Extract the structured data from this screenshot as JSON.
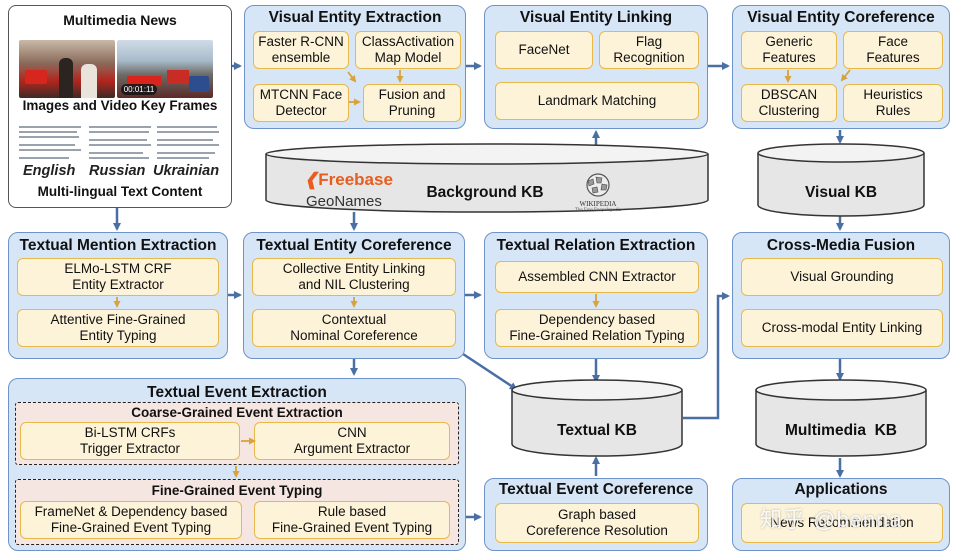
{
  "colors": {
    "panel_bg": "#d7e6f7",
    "panel_border": "#6d93c8",
    "box_bg": "#fdf3d9",
    "box_border": "#e8b94a",
    "arrow": "#4a6fa5",
    "inner_arrow": "#d9a23a",
    "dashed_bg": "#f6e6e2",
    "freebase_orange": "#e85d1d"
  },
  "news": {
    "title": "Multimedia News",
    "images_caption": "Images and Video Key Frames",
    "video_time": "00:01:11",
    "languages": [
      "English",
      "Russian",
      "Ukrainian"
    ],
    "text_caption": "Multi-lingual Text Content"
  },
  "visual_entity_extraction": {
    "title": "Visual Entity Extraction",
    "boxes": [
      "Faster R-CNN\nensemble",
      "ClassActivation\nMap Model",
      "MTCNN Face\nDetector",
      "Fusion and\nPruning"
    ]
  },
  "visual_entity_linking": {
    "title": "Visual Entity Linking",
    "boxes": [
      "FaceNet",
      "Flag\nRecognition",
      "Landmark Matching"
    ]
  },
  "visual_entity_coreference": {
    "title": "Visual Entity Coreference",
    "boxes": [
      "Generic\nFeatures",
      "Face\nFeatures",
      "DBSCAN\nClustering",
      "Heuristics\nRules"
    ]
  },
  "background_kb": {
    "label": "Background KB",
    "logos": {
      "freebase": "Freebase",
      "geonames": "GeoNames",
      "wikipedia": "WIKIPEDIA",
      "wikipedia_sub": "The Free Encyclopedia"
    }
  },
  "visual_kb": {
    "label": "Visual KB"
  },
  "textual_mention_extraction": {
    "title": "Textual Mention Extraction",
    "boxes": [
      "ELMo-LSTM CRF\nEntity Extractor",
      "Attentive Fine-Grained\nEntity Typing"
    ]
  },
  "textual_entity_coreference": {
    "title": "Textual Entity Coreference",
    "boxes": [
      "Collective Entity Linking\nand NIL Clustering",
      "Contextual\nNominal Coreference"
    ]
  },
  "textual_relation_extraction": {
    "title": "Textual Relation Extraction",
    "boxes": [
      "Assembled CNN Extractor",
      "Dependency based\nFine-Grained Relation Typing"
    ]
  },
  "cross_media_fusion": {
    "title": "Cross-Media Fusion",
    "boxes": [
      "Visual Grounding",
      "Cross-modal Entity Linking"
    ]
  },
  "textual_event_extraction": {
    "title": "Textual Event Extraction",
    "coarse": {
      "title": "Coarse-Grained Event Extraction",
      "boxes": [
        "Bi-LSTM CRFs\nTrigger Extractor",
        "CNN\nArgument Extractor"
      ]
    },
    "fine": {
      "title": "Fine-Grained Event Typing",
      "boxes": [
        "FrameNet & Dependency based\nFine-Grained Event Typing",
        "Rule based\nFine-Grained Event Typing"
      ]
    }
  },
  "textual_kb": {
    "label": "Textual KB"
  },
  "multimedia_kb": {
    "label": "Multimedia  KB"
  },
  "textual_event_coreference": {
    "title": "Textual Event Coreference",
    "boxes": [
      "Graph based\nCoreference Resolution"
    ]
  },
  "applications": {
    "title": "Applications",
    "boxes": [
      "News Recommendation"
    ]
  },
  "watermark": "知乎 @benna"
}
